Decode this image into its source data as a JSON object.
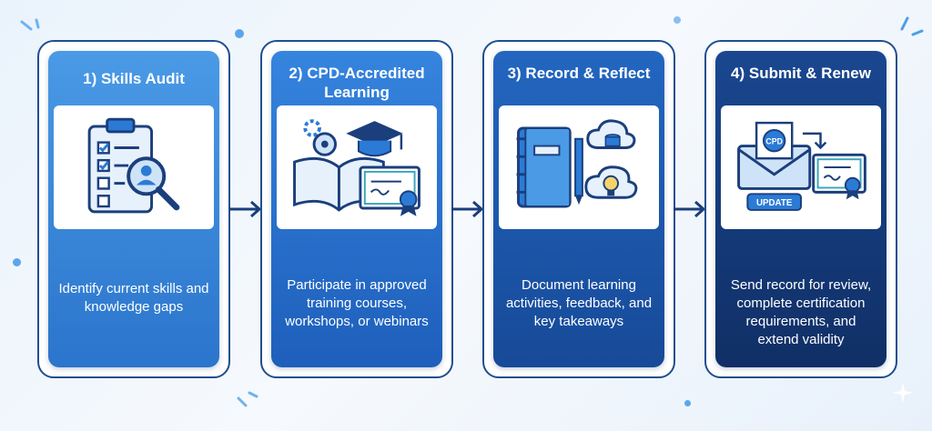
{
  "steps": [
    {
      "title": "1) Skills Audit",
      "description": "Identify current skills and knowledge gaps",
      "color": "#3a86d8"
    },
    {
      "title": "2) CPD-Accredited Learning",
      "description": "Participate in approved training courses, workshops, or webinars",
      "color": "#2569c2"
    },
    {
      "title": "3) Record & Reflect",
      "description": "Document learning activities, feedback, and key takeaways",
      "color": "#1a4f9f"
    },
    {
      "title": "4) Submit & Renew",
      "description": "Send record for review, complete certification requirements, and extend validity",
      "color": "#143a7a",
      "badge_text": "UPDATE",
      "seal_text": "CPD"
    }
  ],
  "colors": {
    "outline": "#1f4f8f",
    "icon_blue": "#2b7bd6",
    "icon_dark": "#1b3f7c",
    "icon_light": "#cfe3f8"
  },
  "icons": [
    "checklist-magnifier-icon",
    "book-gear-cap-certificate-icon",
    "notebook-cloud-bulb-icon",
    "envelope-certificate-icon"
  ]
}
